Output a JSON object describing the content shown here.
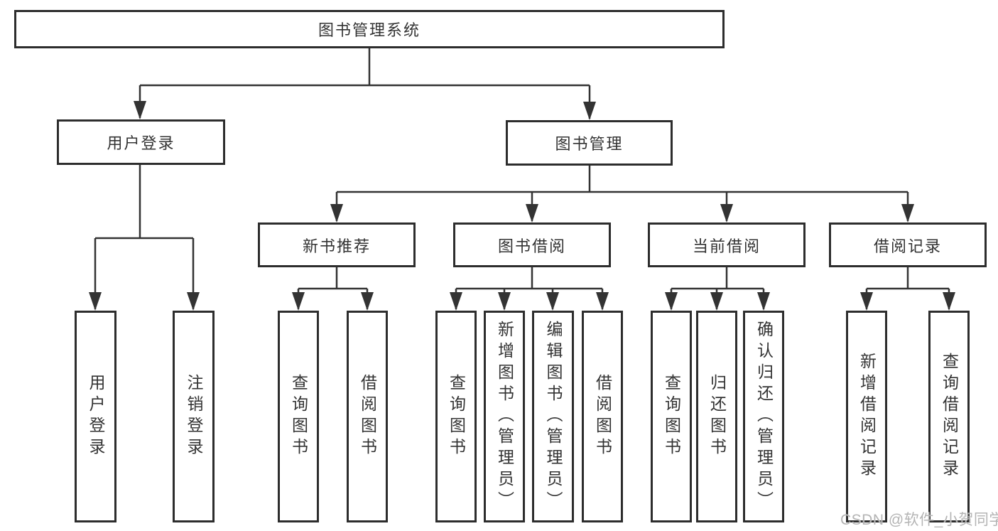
{
  "root": {
    "label": "图书管理系统"
  },
  "level2": {
    "user_login": {
      "label": "用户登录"
    },
    "book_mgmt": {
      "label": "图书管理"
    }
  },
  "level3": {
    "new_book_rec": {
      "label": "新书推荐"
    },
    "book_borrow": {
      "label": "图书借阅"
    },
    "current_borrow": {
      "label": "当前借阅"
    },
    "borrow_records": {
      "label": "借阅记录"
    }
  },
  "leaves": {
    "user_login": {
      "label": "用户登录"
    },
    "logout": {
      "label": "注销登录"
    },
    "rec_query_books": {
      "label": "查询图书"
    },
    "rec_borrow_books": {
      "label": "借阅图书"
    },
    "bb_query_books": {
      "label": "查询图书"
    },
    "bb_add_books": {
      "label": "新增图书（管理员）"
    },
    "bb_edit_books": {
      "label": "编辑图书（管理员）"
    },
    "bb_borrow_books": {
      "label": "借阅图书"
    },
    "cb_query_books": {
      "label": "查询图书"
    },
    "cb_return_books": {
      "label": "归还图书"
    },
    "cb_confirm_return": {
      "label": "确认归还（管理员）"
    },
    "br_add_record": {
      "label": "新增借阅记录"
    },
    "br_query_record": {
      "label": "查询借阅记录"
    }
  },
  "watermark": {
    "text": "CSDN @软件_小贺同学"
  },
  "colors": {
    "line": "#333333",
    "box_border": "#2d2d2d",
    "box_fill": "#ffffff",
    "text": "#333333",
    "watermark": "#b4b4b4",
    "background": "#ffffff"
  }
}
